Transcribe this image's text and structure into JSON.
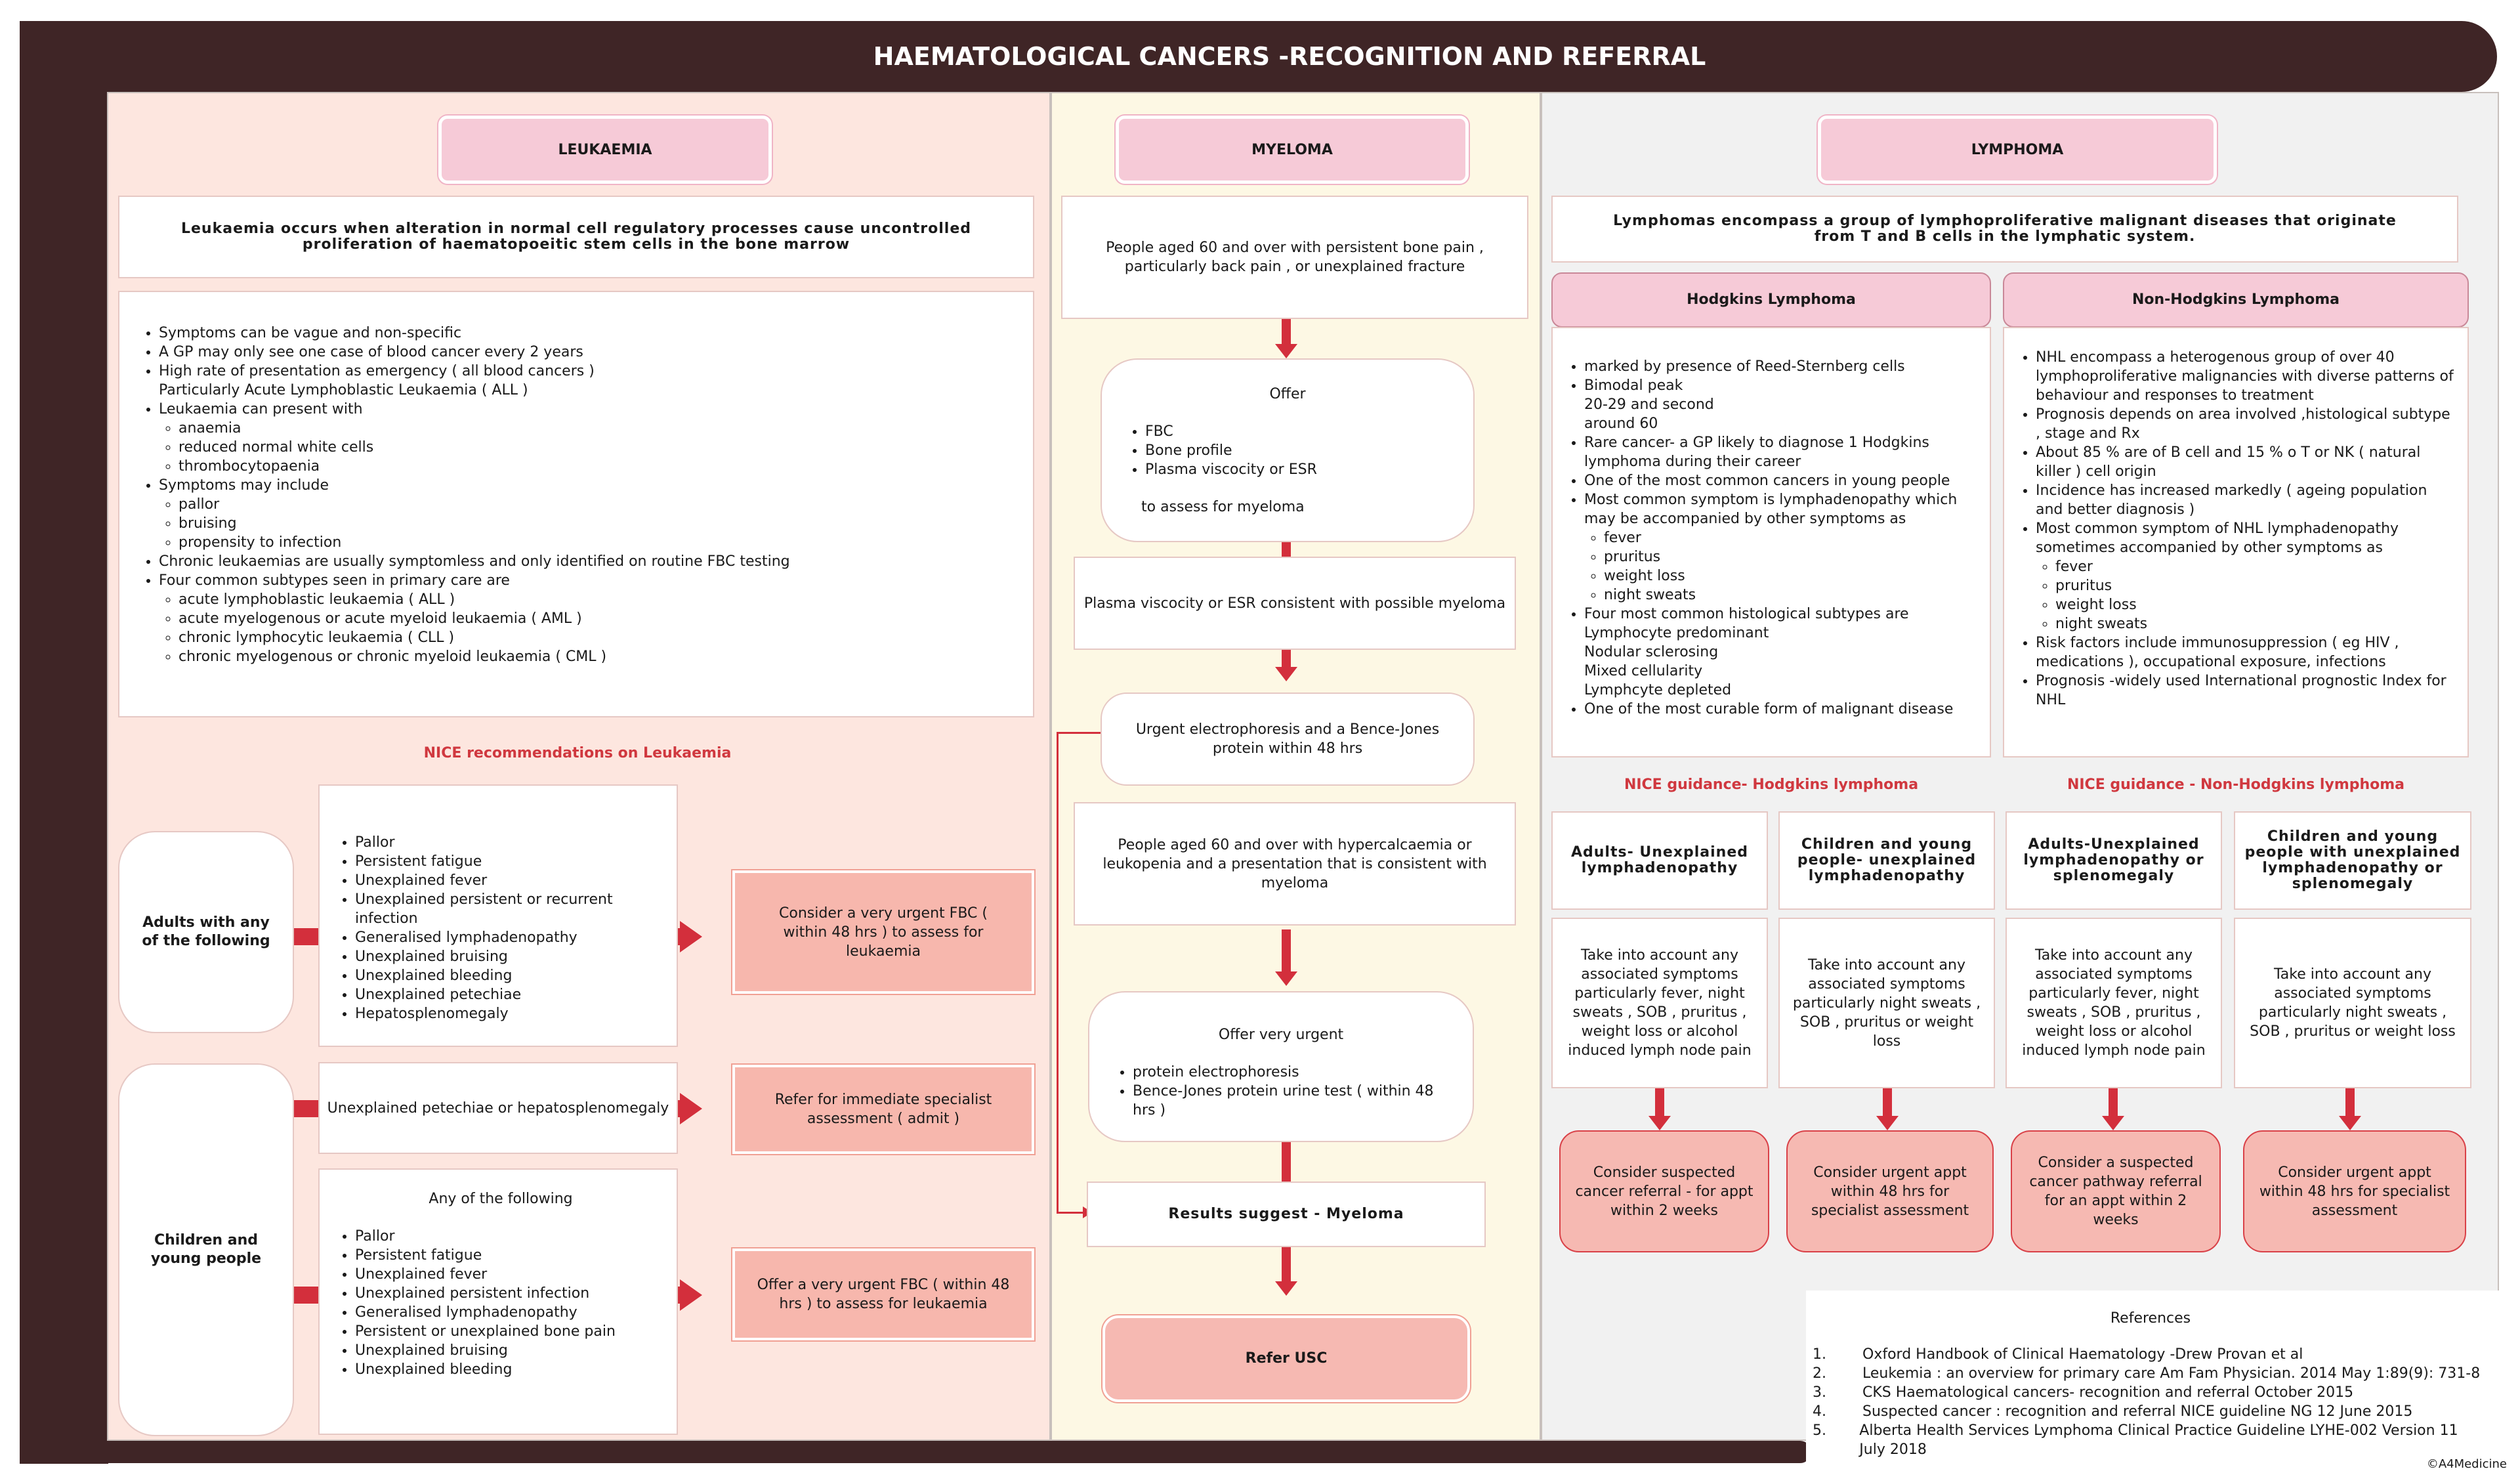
{
  "title": "HAEMATOLOGICAL CANCERS -RECOGNITION AND REFERRAL",
  "leukaemia": {
    "heading": "LEUKAEMIA",
    "definition": "Leukaemia occurs when alteration in normal cell regulatory processes cause uncontrolled proliferation of haematopoeitic stem cells in the bone marrow",
    "facts": {
      "i0": "Symptoms can be vague and non-specific",
      "i1": "A GP may only see one case of blood cancer every 2 years",
      "i2a": "High rate of presentation as emergency ( all blood cancers )",
      "i2b": "Particularly Acute Lymphoblastic Leukaemia ( ALL )",
      "i3": "Leukaemia can present with",
      "i3s": [
        "anaemia",
        "reduced normal white cells",
        "thrombocytopaenia"
      ],
      "i4": "Symptoms may include",
      "i4s": [
        "pallor",
        "bruising",
        "propensity to infection"
      ],
      "i5": "Chronic leukaemias are usually symptomless and only identified on routine FBC testing",
      "i6": "Four common subtypes seen in primary care are",
      "i6s": [
        "acute lymphoblastic leukaemia ( ALL )",
        "acute myelogenous or acute myeloid leukaemia ( AML )",
        "chronic lymphocytic leukaemia ( CLL )",
        "chronic myelogenous or chronic myeloid leukaemia ( CML )"
      ]
    },
    "nice_title": "NICE recommendations on Leukaemia",
    "adults_label": "Adults with any of the following",
    "adults_symptoms": [
      "Pallor",
      "Persistent fatigue",
      "Unexplained fever",
      "Unexplained persistent or recurrent infection",
      "Generalised lymphadenopathy",
      "Unexplained bruising",
      "Unexplained bleeding",
      "Unexplained petechiae",
      "Hepatosplenomegaly"
    ],
    "adults_action": "Consider a very urgent FBC ( within  48 hrs ) to assess for leukaemia",
    "children_label": "Children and young people",
    "petechiae": "Unexplained petechiae or hepatosplenomegaly",
    "petechiae_action": "Refer for immediate specialist assessment ( admit )",
    "children_intro": "Any of the following",
    "children_symptoms": [
      "Pallor",
      "Persistent fatigue",
      "Unexplained fever",
      "Unexplained persistent infection",
      "Generalised lymphadenopathy",
      "Persistent or unexplained bone pain",
      "Unexplained bruising",
      "Unexplained bleeding"
    ],
    "children_action": "Offer a very urgent FBC ( within 48 hrs ) to assess for leukaemia"
  },
  "myeloma": {
    "heading": "MYELOMA",
    "step1": "People aged 60 and over with persistent bone pain , particularly back pain , or unexplained fracture",
    "offer_title": "Offer",
    "offer_items": [
      "FBC",
      "Bone profile",
      "Plasma viscocity or ESR"
    ],
    "offer_note": "to assess for myeloma",
    "step3": "Plasma viscocity or ESR consistent with possible myeloma",
    "step4": "Urgent electrophoresis and a Bence-Jones protein within 48 hrs",
    "step5": "People aged 60 and over with hypercalcaemia or leukopenia and a presentation that is consistent with myeloma",
    "offer2_title": "Offer very urgent",
    "offer2_items": [
      "protein electrophoresis",
      "Bence-Jones protein urine test ( within 48 hrs )"
    ],
    "results": "Results suggest - Myeloma",
    "refer": "Refer USC"
  },
  "lymphoma": {
    "heading": "LYMPHOMA",
    "definition": "Lymphomas encompass a group of lymphoproliferative malignant diseases that originate from T and B cells in the lymphatic system.",
    "hodgkins_title": "Hodgkins Lymphoma",
    "hodgkins": {
      "h0": "marked by presence of Reed-Sternberg cells",
      "h1": "Bimodal peak",
      "h1a": "20-29 and second",
      "h1b": "around 60",
      "h2": "Rare cancer- a GP likely to diagnose 1 Hodgkins lymphoma during their career",
      "h3": "One of the most common cancers in young people",
      "h4": "Most common symptom is lymphadenopathy which may be accompanied by other symptoms as",
      "h4s": [
        "fever",
        "pruritus",
        "weight loss",
        "night sweats"
      ],
      "h5": "Four most common histological subtypes are",
      "h5s": [
        "Lymphocyte predominant",
        "Nodular sclerosing",
        "Mixed cellularity",
        "Lymphcyte depleted"
      ],
      "h6": "One of the most curable form of malignant disease"
    },
    "nhl_title": "Non-Hodgkins Lymphoma",
    "nhl": {
      "n0": "NHL encompass a heterogenous group of over 40 lymphoproliferative malignancies with diverse patterns of behaviour and responses to treatment",
      "n1": "Prognosis depends on area involved ,histological subtype , stage and Rx",
      "n2": "About 85 % are of B cell and 15 % o T or NK ( natural killer ) cell origin",
      "n3": "Incidence has increased markedly ( ageing population and better diagnosis )",
      "n4": "Most common symptom of NHL   lymphadenopathy sometimes accompanied by other symptoms as",
      "n4s": [
        "fever",
        "pruritus",
        "weight loss",
        "night sweats"
      ],
      "n5": "Risk factors include immunosuppression ( eg HIV  , medications ), occupational exposure, infections",
      "n6": "Prognosis -widely used International prognostic Index for NHL"
    },
    "nice_hodgkins": "NICE guidance- Hodgkins lymphoma",
    "nice_nhl": "NICE guidance - Non-Hodgkins lymphoma",
    "cols": [
      {
        "head": "Adults- Unexplained lymphadenopathy",
        "body": "Take into account any associated symptoms particularly fever, night sweats , SOB , pruritus , weight loss or alcohol induced lymph node pain",
        "action": "Consider suspected cancer referral - for appt within 2 weeks"
      },
      {
        "head": "Children and young people- unexplained lymphadenopathy",
        "body": "Take into account any associated symptoms particularly night sweats , SOB , pruritus or weight loss",
        "action": "Consider urgent appt within 48 hrs for specialist assessment"
      },
      {
        "head": "Adults-Unexplained lymphadenopathy or splenomegaly",
        "body": "Take into account any associated symptoms particularly fever, night sweats , SOB , pruritus , weight loss or alcohol induced lymph node pain",
        "action": "Consider a suspected cancer pathway referral for an appt within 2 weeks"
      },
      {
        "head": "Children and young people with unexplained lymphadenopathy or splenomegaly",
        "body": "Take into account any associated symptoms particularly night sweats , SOB , pruritus or weight loss",
        "action": "Consider urgent appt within 48 hrs for specialist assessment"
      }
    ]
  },
  "references": {
    "title": "References",
    "items": [
      {
        "num": "1.",
        "text": "Oxford Handbook of Clinical Haematology -Drew Provan et al"
      },
      {
        "num": "2.",
        "text": "Leukemia : an overview for primary care Am Fam Physician. 2014 May 1:89(9): 731-8"
      },
      {
        "num": "3.",
        "text": "CKS Haematological cancers- recognition and referral October 2015"
      },
      {
        "num": "4.",
        "text": "Suspected cancer : recognition and referral NICE guideline NG 12 June 2015"
      },
      {
        "num": "5.",
        "text": "Alberta Health Services Lymphoma Clinical Practice Guideline LYHE-002 Version 11 July 2018"
      }
    ],
    "credit": "©A4Medicine"
  },
  "colors": {
    "frame": "#3f2526",
    "accent_red": "#d32f3c",
    "pink": "#f6cad7",
    "salmon": "#f7b7ad",
    "leuk_bg": "#fde6df",
    "myel_bg": "#fdf8e4",
    "lymph_bg": "#f1f1f1"
  }
}
